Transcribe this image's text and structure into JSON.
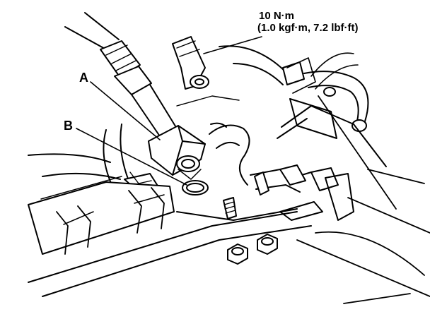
{
  "callouts": {
    "a": "A",
    "b": "B",
    "torque_value": "10 N·m",
    "torque_alt": "(1.0 kgf·m, 7.2 lbf·ft)"
  },
  "colors": {
    "line": "#000000",
    "background": "#ffffff"
  }
}
